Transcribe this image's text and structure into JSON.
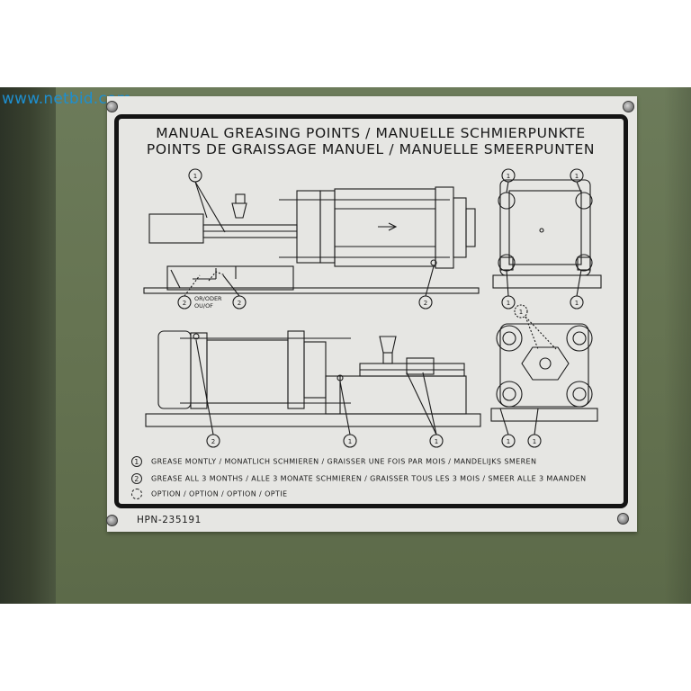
{
  "watermark": "www.netbid.com",
  "plate": {
    "title_line1": "MANUAL GREASING POINTS / MANUELLE SCHMIERPUNKTE",
    "title_line2": "POINTS DE GRAISSAGE MANUEL / MANUELLE SMEERPUNTEN",
    "part_number": "HPN-235191"
  },
  "callouts": {
    "one": "1",
    "two": "2",
    "or_label_1": "OR/ODER",
    "or_label_2": "OU/OF"
  },
  "legend": [
    {
      "marker": "1",
      "text": "GREASE MONTLY / MONATLICH SCHMIEREN / GRAISSER UNE FOIS PAR MOIS / MANDELIJKS SMEREN"
    },
    {
      "marker": "2",
      "text": "GREASE ALL 3 MONTHS / ALLE 3 MONATE SCHMIEREN / GRAISSER TOUS LES 3 MOIS / SMEER ALLE 3 MAANDEN"
    },
    {
      "marker": "",
      "text": "OPTION / OPTION / OPTION / OPTIE"
    }
  ],
  "colors": {
    "wall": "#667452",
    "plate": "#e6e6e3",
    "ink": "#141414",
    "watermark": "#1e8fcf"
  }
}
